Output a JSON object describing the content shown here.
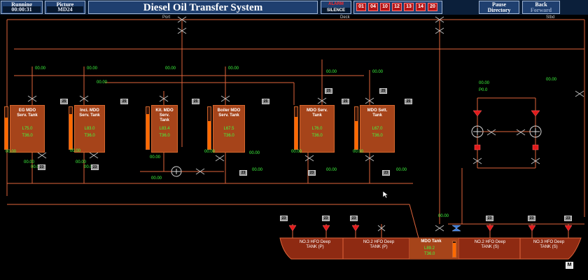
{
  "header": {
    "running_label": "Running",
    "running_time": "00:00:31",
    "picture_label": "Picture",
    "picture_id": "MD24",
    "title": "Diesel Oil Transfer System",
    "alarm_label": "ALARM",
    "silence_label": "SILENCE",
    "alarm_numbers": [
      "01",
      "04",
      "10",
      "12",
      "13",
      "14",
      "20"
    ],
    "pause_label": "Pause",
    "directory_label": "Directory",
    "back_label": "Back",
    "forward_label": "Forward"
  },
  "deck_labels": {
    "port": "Port",
    "deck": "Deck",
    "stbd": "Stbd"
  },
  "tanks": [
    {
      "name": "EG MDO\nServ. Tank",
      "level": "L75.0",
      "temp": "T36.0",
      "fill": 0.75
    },
    {
      "name": "Inci. MDO\nServ. Tank",
      "level": "L83.0",
      "temp": "T36.0",
      "fill": 0.83
    },
    {
      "name": "Kit. MDO\nServ.\nTank",
      "level": "L83.4",
      "temp": "T36.0",
      "fill": 0.83
    },
    {
      "name": "Boiler MDO\nServ. Tank",
      "level": "L67.5",
      "temp": "T36.0",
      "fill": 0.67
    },
    {
      "name": "MDO Serv.\nTank",
      "level": "L76.0",
      "temp": "T36.0",
      "fill": 0.76
    },
    {
      "name": "MDO Sett.\nTank",
      "level": "L67.0",
      "temp": "T36.0",
      "fill": 0.67
    }
  ],
  "values": {
    "v1": "00.00",
    "v2": "00.00",
    "v3": "00.00",
    "v4": "00.00",
    "v5": "00.00",
    "v6": "00.00",
    "v7": "00.00",
    "v8": "00.00",
    "v9": "00.00",
    "v10": "00.00",
    "v11": "00.00",
    "v12": "00.00",
    "v13": "00.00",
    "v14": "00.00",
    "v15": "00.00",
    "v16": "00.00",
    "v17": "00.00",
    "v18": "00.00",
    "v19": "00.00",
    "v20": "00.00",
    "v21": "00.00",
    "v22": "00.00",
    "v23": "00.00",
    "v24": "00.00",
    "p1": "P0.0",
    "p2": "00.00"
  },
  "valve_boxes": {
    "b25": "25",
    "b23": "23"
  },
  "bottom_tanks": [
    {
      "name": "NO.3 HFO Deep\nTANK (P)"
    },
    {
      "name": "NO.2 HFO Deep\nTANK (P)"
    },
    {
      "name": "MDO Tank",
      "level": "L89.2",
      "temp": "T36.0",
      "fill": 0.89
    },
    {
      "name": "NO.2 HFO Deep\nTANK (S)"
    },
    {
      "name": "NO.3 HFO Deep\nTANK (S)"
    }
  ],
  "m_button": "M",
  "colors": {
    "pipe": "#e0643a",
    "tank": "#a6441a",
    "value": "#40ff40",
    "header": "#1f3f6f"
  }
}
